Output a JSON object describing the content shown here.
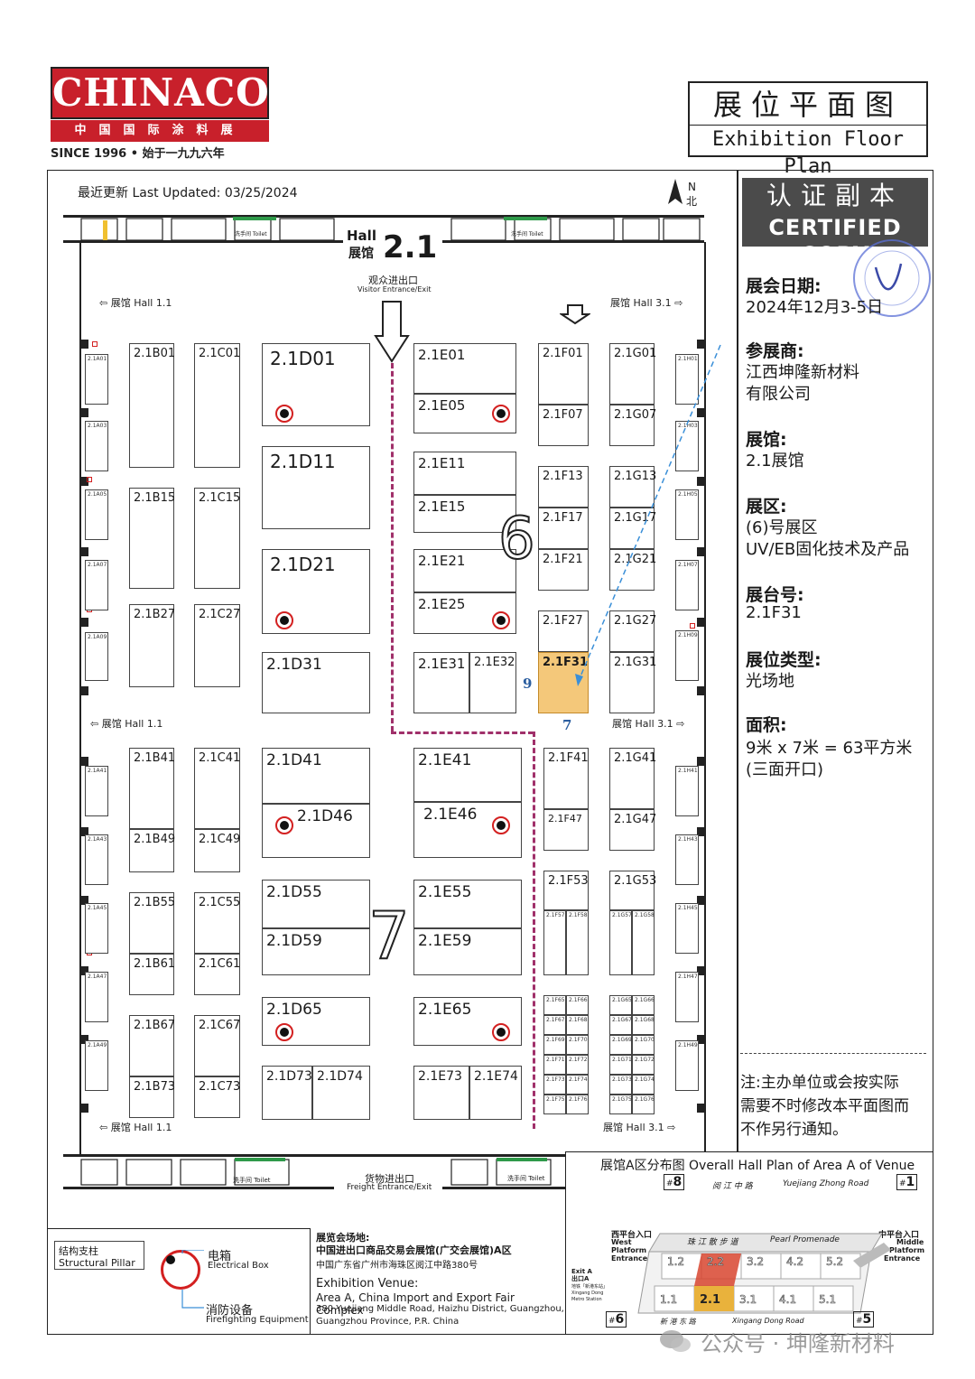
{
  "header": {
    "logo_text": "CHINACOAT",
    "logo_cn": "中国国际涂料展",
    "logo_since": "SINCE 1996 • 始于一九九六年",
    "title_cn": "展位平面图",
    "title_en": "Exhibition Floor Plan"
  },
  "plan": {
    "last_updated": "最近更新 Last Updated: 03/25/2024",
    "hall_label": "Hall",
    "hall_cn": "展馆",
    "hall_num": "2.1",
    "north_n": "N",
    "north_cn": "北",
    "visitor_entrance_cn": "观众进出口",
    "visitor_entrance_en": "Visitor Entrance/Exit",
    "freight_entrance_cn": "货物进出口",
    "freight_entrance_en": "Freight Entrance/Exit",
    "toilet": "洗手间 Toilet",
    "hall_left": "展馆 Hall 1.1",
    "hall_right": "展馆 Hall 3.1",
    "zone_6": "6",
    "zone_7": "7",
    "dim_9": "9",
    "dim_7": "7",
    "booths": [
      {
        "id": "2.1A01"
      },
      {
        "id": "2.1A03"
      },
      {
        "id": "2.1A05"
      },
      {
        "id": "2.1A07"
      },
      {
        "id": "2.1A09"
      },
      {
        "id": "2.1A41"
      },
      {
        "id": "2.1A43"
      },
      {
        "id": "2.1A45"
      },
      {
        "id": "2.1A47"
      },
      {
        "id": "2.1A49"
      },
      {
        "id": "2.1B01"
      },
      {
        "id": "2.1B15"
      },
      {
        "id": "2.1B27"
      },
      {
        "id": "2.1B41"
      },
      {
        "id": "2.1B49"
      },
      {
        "id": "2.1B55"
      },
      {
        "id": "2.1B61"
      },
      {
        "id": "2.1B67"
      },
      {
        "id": "2.1B73"
      },
      {
        "id": "2.1C01"
      },
      {
        "id": "2.1C15"
      },
      {
        "id": "2.1C27"
      },
      {
        "id": "2.1C41"
      },
      {
        "id": "2.1C49"
      },
      {
        "id": "2.1C55"
      },
      {
        "id": "2.1C61"
      },
      {
        "id": "2.1C67"
      },
      {
        "id": "2.1C73"
      },
      {
        "id": "2.1D01"
      },
      {
        "id": "2.1D11"
      },
      {
        "id": "2.1D21"
      },
      {
        "id": "2.1D31"
      },
      {
        "id": "2.1D41"
      },
      {
        "id": "2.1D46"
      },
      {
        "id": "2.1D55"
      },
      {
        "id": "2.1D59"
      },
      {
        "id": "2.1D65"
      },
      {
        "id": "2.1D73"
      },
      {
        "id": "2.1D74"
      },
      {
        "id": "2.1E01"
      },
      {
        "id": "2.1E05"
      },
      {
        "id": "2.1E11"
      },
      {
        "id": "2.1E15"
      },
      {
        "id": "2.1E21"
      },
      {
        "id": "2.1E25"
      },
      {
        "id": "2.1E31"
      },
      {
        "id": "2.1E32"
      },
      {
        "id": "2.1E41"
      },
      {
        "id": "2.1E46"
      },
      {
        "id": "2.1E55"
      },
      {
        "id": "2.1E59"
      },
      {
        "id": "2.1E65"
      },
      {
        "id": "2.1E73"
      },
      {
        "id": "2.1E74"
      },
      {
        "id": "2.1F01"
      },
      {
        "id": "2.1F07"
      },
      {
        "id": "2.1F13"
      },
      {
        "id": "2.1F17"
      },
      {
        "id": "2.1F21"
      },
      {
        "id": "2.1F27"
      },
      {
        "id": "2.1F31"
      },
      {
        "id": "2.1F41"
      },
      {
        "id": "2.1F47"
      },
      {
        "id": "2.1F53"
      },
      {
        "id": "2.1F57"
      },
      {
        "id": "2.1F58"
      },
      {
        "id": "2.1F65"
      },
      {
        "id": "2.1F66"
      },
      {
        "id": "2.1F67"
      },
      {
        "id": "2.1F68"
      },
      {
        "id": "2.1F69"
      },
      {
        "id": "2.1F70"
      },
      {
        "id": "2.1F71"
      },
      {
        "id": "2.1F72"
      },
      {
        "id": "2.1F73"
      },
      {
        "id": "2.1F74"
      },
      {
        "id": "2.1F75"
      },
      {
        "id": "2.1F76"
      },
      {
        "id": "2.1G01"
      },
      {
        "id": "2.1G07"
      },
      {
        "id": "2.1G13"
      },
      {
        "id": "2.1G17"
      },
      {
        "id": "2.1G21"
      },
      {
        "id": "2.1G27"
      },
      {
        "id": "2.1G31"
      },
      {
        "id": "2.1G41"
      },
      {
        "id": "2.1G47"
      },
      {
        "id": "2.1G53"
      },
      {
        "id": "2.1G57"
      },
      {
        "id": "2.1G58"
      },
      {
        "id": "2.1G65"
      },
      {
        "id": "2.1G66"
      },
      {
        "id": "2.1G67"
      },
      {
        "id": "2.1G68"
      },
      {
        "id": "2.1G69"
      },
      {
        "id": "2.1G70"
      },
      {
        "id": "2.1G71"
      },
      {
        "id": "2.1G72"
      },
      {
        "id": "2.1G73"
      },
      {
        "id": "2.1G74"
      },
      {
        "id": "2.1G75"
      },
      {
        "id": "2.1G76"
      },
      {
        "id": "2.1H01"
      },
      {
        "id": "2.1H03"
      },
      {
        "id": "2.1H05"
      },
      {
        "id": "2.1H07"
      },
      {
        "id": "2.1H09"
      },
      {
        "id": "2.1H41"
      },
      {
        "id": "2.1H43"
      },
      {
        "id": "2.1H45"
      },
      {
        "id": "2.1H47"
      },
      {
        "id": "2.1H49"
      }
    ],
    "highlight_color": "#f4c87a"
  },
  "side": {
    "cert_cn": "认证副本",
    "cert_en": "CERTIFIED COPY",
    "date_label": "展会日期:",
    "date_value": "2024年12月3-5日",
    "exhibitor_label": "参展商:",
    "exhibitor_value1": "江西坤隆新材料",
    "exhibitor_value2": "有限公司",
    "hall_label": "展馆:",
    "hall_value": "2.1展馆",
    "zone_label": "展区:",
    "zone_value1": "(6)号展区",
    "zone_value2": "UV/EB固化技术及产品",
    "booth_label": "展台号:",
    "booth_value": "2.1F31",
    "type_label": "展位类型:",
    "type_value": "光场地",
    "area_label": "面积:",
    "area_value1": "9米 x 7米 = 63平方米",
    "area_value2": "(三面开口)",
    "note1": "注:主办单位或会按实际",
    "note2": "需要不时修改本平面图而",
    "note3": "不作另行通知。"
  },
  "legend": {
    "pillar_cn": "结构支柱",
    "pillar_en": "Structural Pillar",
    "elec_cn": "电箱",
    "elec_en": "Electrical Box",
    "fire_cn": "消防设备",
    "fire_en": "Firefighting Equipment"
  },
  "venue": {
    "cn_title": "展览会场地:",
    "cn_name": "中国进出口商品交易会展馆(广交会展馆)A区",
    "cn_addr": "中国广东省广州市海珠区阅江中路380号",
    "en_title": "Exhibition Venue:",
    "en_name": "Area A, China Import and Export Fair Complex",
    "en_addr1": "380 Yuejiang Middle Road, Haizhu District, Guangzhou,",
    "en_addr2": "Guangzhou Province, P.R. China"
  },
  "minimap": {
    "title": "展馆A区分布图 Overall Hall Plan of Area A of Venue",
    "road_top_cn": "阅 江 中 路",
    "road_top_en": "Yuejiang Zhong Road",
    "promenade_cn": "珠 江 散 步 道",
    "promenade_en": "Pearl Promenade",
    "road_bottom_cn": "新 港 东 路",
    "road_bottom_en": "Xingang Dong Road",
    "west_cn": "西平台入口",
    "west_en1": "West",
    "west_en2": "Platform",
    "west_en3": "Entrance",
    "middle_cn": "中平台入口",
    "middle_en1": "Middle",
    "middle_en2": "Platform",
    "middle_en3": "Entrance",
    "gate8": "8",
    "gate1": "1",
    "gate6": "6",
    "gate5": "5",
    "gate_label": "#",
    "exit_a": "Exit A",
    "exit_cn": "出口A",
    "metro_cn": "地铁「新港东站」",
    "metro_en1": "Xingang Dong",
    "metro_en2": "Metro Station",
    "halls_top": [
      "1.2",
      "2.2",
      "3.2",
      "4.2",
      "5.2"
    ],
    "halls_bottom": [
      "1.1",
      "2.1",
      "3.1",
      "4.1",
      "5.1"
    ]
  },
  "watermark": "公众号 · 坤隆新材料"
}
